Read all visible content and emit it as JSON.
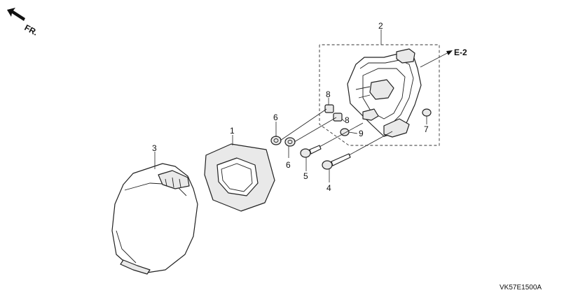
{
  "orientation": {
    "label": "FR.",
    "icon": "front-direction-arrow-icon"
  },
  "reference": {
    "label": "E-2"
  },
  "drawing_code": "VK57E1500A",
  "callouts": {
    "c1": "1",
    "c2": "2",
    "c3": "3",
    "c4": "4",
    "c5": "5",
    "c6a": "6",
    "c6b": "6",
    "c7": "7",
    "c8a": "8",
    "c8b": "8",
    "c9": "9"
  }
}
